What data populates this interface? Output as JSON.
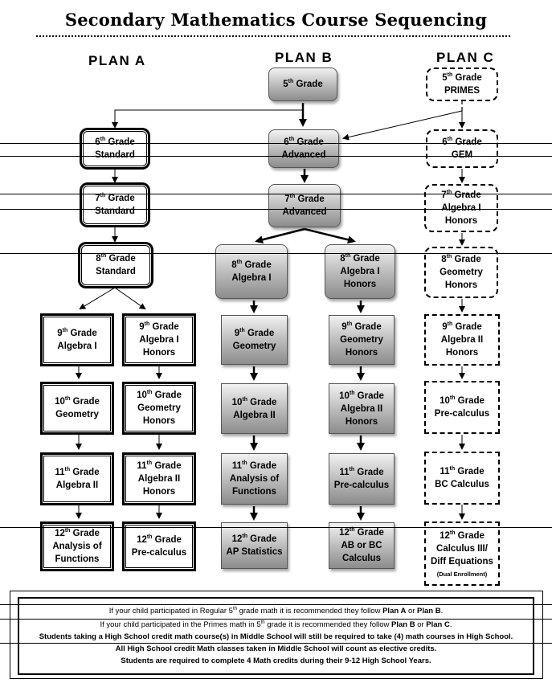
{
  "title": "Secondary Mathematics Course Sequencing",
  "plans": {
    "a": "PLAN A",
    "b": "PLAN B",
    "c": "PLAN C"
  },
  "grade_word": "Grade",
  "boxes": {
    "a6": {
      "num": "6",
      "suf": "th",
      "l1": "Standard",
      "l2": ""
    },
    "a7": {
      "num": "7",
      "suf": "th",
      "l1": "Standard",
      "l2": ""
    },
    "a8": {
      "num": "8",
      "suf": "th",
      "l1": "Standard",
      "l2": ""
    },
    "a9l": {
      "num": "9",
      "suf": "th",
      "l1": "Algebra I",
      "l2": ""
    },
    "a9r": {
      "num": "9",
      "suf": "th",
      "l1": "Algebra I",
      "l2": "Honors"
    },
    "a10l": {
      "num": "10",
      "suf": "th",
      "l1": "Geometry",
      "l2": ""
    },
    "a10r": {
      "num": "10",
      "suf": "th",
      "l1": "Geometry",
      "l2": "Honors"
    },
    "a11l": {
      "num": "11",
      "suf": "th",
      "l1": "Algebra II",
      "l2": ""
    },
    "a11r": {
      "num": "11",
      "suf": "th",
      "l1": "Algebra II",
      "l2": "Honors"
    },
    "a12l": {
      "num": "12",
      "suf": "th",
      "l1": "Analysis of",
      "l2": "Functions"
    },
    "a12r": {
      "num": "12",
      "suf": "th",
      "l1": "Pre-calculus",
      "l2": ""
    },
    "b5": {
      "num": "5",
      "suf": "th",
      "l1": "",
      "l2": ""
    },
    "b6": {
      "num": "6",
      "suf": "th",
      "l1": "Advanced",
      "l2": ""
    },
    "b7": {
      "num": "7",
      "suf": "th",
      "l1": "Advanced",
      "l2": ""
    },
    "b8l": {
      "num": "8",
      "suf": "th",
      "l1": "Algebra I",
      "l2": ""
    },
    "b8r": {
      "num": "8",
      "suf": "th",
      "l1": "Algebra I",
      "l2": "Honors"
    },
    "b9l": {
      "num": "9",
      "suf": "th",
      "l1": "Geometry",
      "l2": ""
    },
    "b9r": {
      "num": "9",
      "suf": "th",
      "l1": "Geometry",
      "l2": "Honors"
    },
    "b10l": {
      "num": "10",
      "suf": "th",
      "l1": "Algebra II",
      "l2": ""
    },
    "b10r": {
      "num": "10",
      "suf": "th",
      "l1": "Algebra II",
      "l2": "Honors"
    },
    "b11l": {
      "num": "11",
      "suf": "th",
      "l1": "Analysis of",
      "l2": "Functions"
    },
    "b11r": {
      "num": "11",
      "suf": "th",
      "l1": "Pre-calculus",
      "l2": ""
    },
    "b12l": {
      "num": "12",
      "suf": "th",
      "l1": "AP Statistics",
      "l2": ""
    },
    "b12r": {
      "num": "12",
      "suf": "th",
      "l1": "AB or BC",
      "l2": "Calculus"
    },
    "c5": {
      "num": "5",
      "suf": "th",
      "l1": "PRIMES",
      "l2": ""
    },
    "c6": {
      "num": "6",
      "suf": "th",
      "l1": "GEM",
      "l2": ""
    },
    "c7": {
      "num": "7",
      "suf": "th",
      "l1": "Algebra I",
      "l2": "Honors"
    },
    "c8": {
      "num": "8",
      "suf": "th",
      "l1": "Geometry",
      "l2": "Honors"
    },
    "c9": {
      "num": "9",
      "suf": "th",
      "l1": "Algebra II",
      "l2": "Honors"
    },
    "c10": {
      "num": "10",
      "suf": "th",
      "l1": "Pre-calculus",
      "l2": ""
    },
    "c11": {
      "num": "11",
      "suf": "th",
      "l1": "BC Calculus",
      "l2": ""
    },
    "c12": {
      "num": "12",
      "suf": "th",
      "l1": "Calculus III/",
      "l2": "Diff Equations",
      "note": "(Dual Enrollment)"
    }
  },
  "notes": {
    "line1": {
      "pre": "If your child participated in Regular 5",
      "sup": "th",
      "mid": " grade math it is recommended they follow ",
      "b1": "Plan A",
      "or": " or ",
      "b2": "Plan B",
      "end": "."
    },
    "line2": {
      "pre": "If your child participated in the Primes math in 5",
      "sup": "th",
      "mid": " grade it is recommended they follow ",
      "b1": "Plan B",
      "or": " or ",
      "b2": "Plan C",
      "end": "."
    },
    "line3": "Students taking a High School credit math course(s) in Middle School  will still be required to take (4) math courses in High School.",
    "line4": "All High School credit Math classes taken in Middle School will count as elective credits.",
    "line5": "Students are required to complete 4 Math credits during their 9-12 High School Years."
  }
}
